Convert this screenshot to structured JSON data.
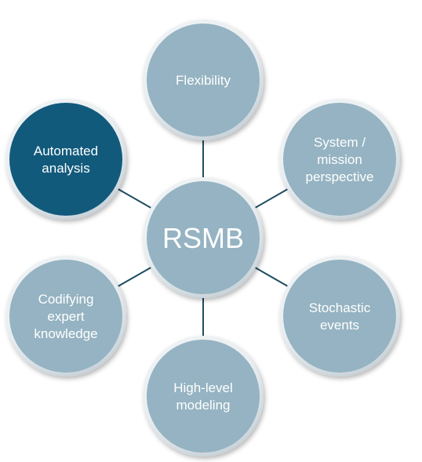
{
  "diagram": {
    "center": {
      "label": "RSMB"
    },
    "nodes": [
      {
        "id": "flexibility",
        "lines": [
          "Flexibility"
        ],
        "highlighted": false
      },
      {
        "id": "system-mission-perspective",
        "lines": [
          "System /",
          "mission",
          "perspective"
        ],
        "highlighted": false
      },
      {
        "id": "stochastic-events",
        "lines": [
          "Stochastic",
          "events"
        ],
        "highlighted": false
      },
      {
        "id": "high-level-modeling",
        "lines": [
          "High-level",
          "modeling"
        ],
        "highlighted": false
      },
      {
        "id": "codifying-expert-knowledge",
        "lines": [
          "Codifying",
          "expert",
          "knowledge"
        ],
        "highlighted": false
      },
      {
        "id": "automated-analysis",
        "lines": [
          "Automated",
          "analysis"
        ],
        "highlighted": true
      }
    ]
  },
  "colors": {
    "node_fill": "#95b3c2",
    "node_fill_highlight": "#125a7c",
    "node_rim": "#f3f6f8",
    "connector": "#1f4d62",
    "text": "#ffffff"
  }
}
